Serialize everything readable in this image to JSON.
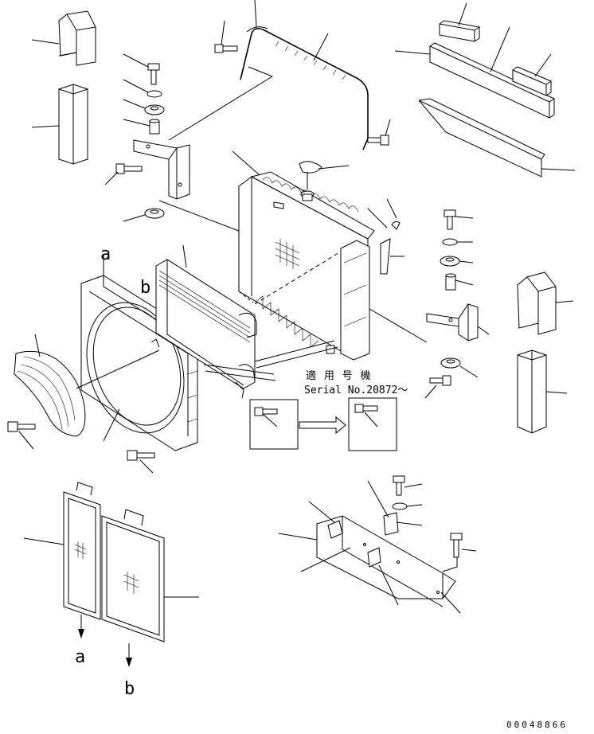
{
  "labels": {
    "marker_a_top": "a",
    "marker_b_top": "b",
    "marker_a_bottom": "a",
    "marker_b_bottom": "b"
  },
  "applicability": {
    "heading": "適 用 号 機",
    "serial": "Serial No.20872～"
  },
  "drawing_number": "00048866"
}
